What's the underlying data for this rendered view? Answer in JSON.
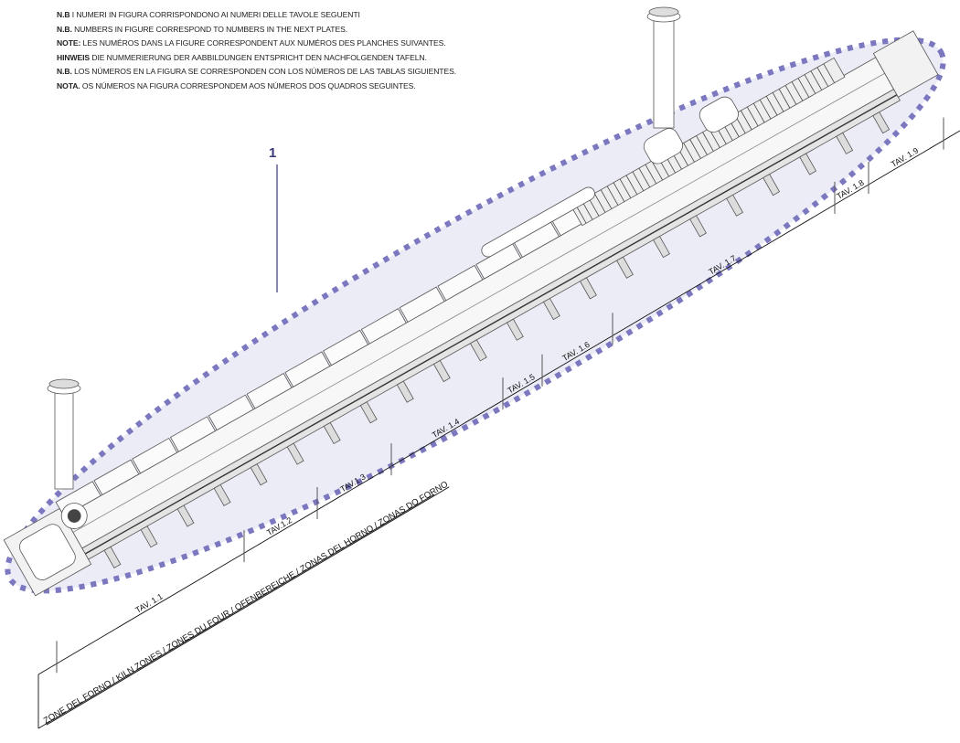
{
  "notes": [
    {
      "prefix": "N.B",
      "text": " I NUMERI IN FIGURA CORRISPONDONO AI NUMERI DELLE TAVOLE SEGUENTI"
    },
    {
      "prefix": "N.B.",
      "text": " NUMBERS IN FIGURE CORRESPOND TO NUMBERS IN  THE NEXT PLATES."
    },
    {
      "prefix": "NOTE:",
      "text": " LES NUMÉROS DANS LA FIGURE CORRESPONDENT AUX NUMÉROS DES PLANCHES SUIVANTES."
    },
    {
      "prefix": "HINWEIS",
      "text": "  DIE NUMMERIERUNG DER AABBILDUNGEN ENTSPRICHT DEN NACHFOLGENDEN TAFELN."
    },
    {
      "prefix": "N.B.",
      "text": " LOS NÚMEROS EN LA FIGURA SE CORRESPONDEN CON LOS NÚMEROS DE LAS TABLAS SIGUIENTES."
    },
    {
      "prefix": "NOTA.",
      "text": " OS NÚMEROS NA FIGURA CORRESPONDEM AOS NÚMEROS DOS QUADROS SEGUINTES."
    }
  ],
  "callout": "1",
  "zone_title": "ZONE DEL FORNO / KILN ZONES / ZONES DU FOUR / OFENBEREICHE / ZONAS DEL HORNO / ZONAS DO FORNO",
  "tavs": [
    "TAV. 1.1",
    "TAV.1.2",
    "TAV.1.3",
    "TAV. 1.4",
    "TAV. 1.5",
    "TAV. 1.6",
    "TAV. 1.7",
    "TAV. 1.8",
    "TAV. 1.9"
  ],
  "colors": {
    "highlight_fill": "#ececf7",
    "highlight_stroke": "#7b78bf",
    "line": "#111111"
  }
}
